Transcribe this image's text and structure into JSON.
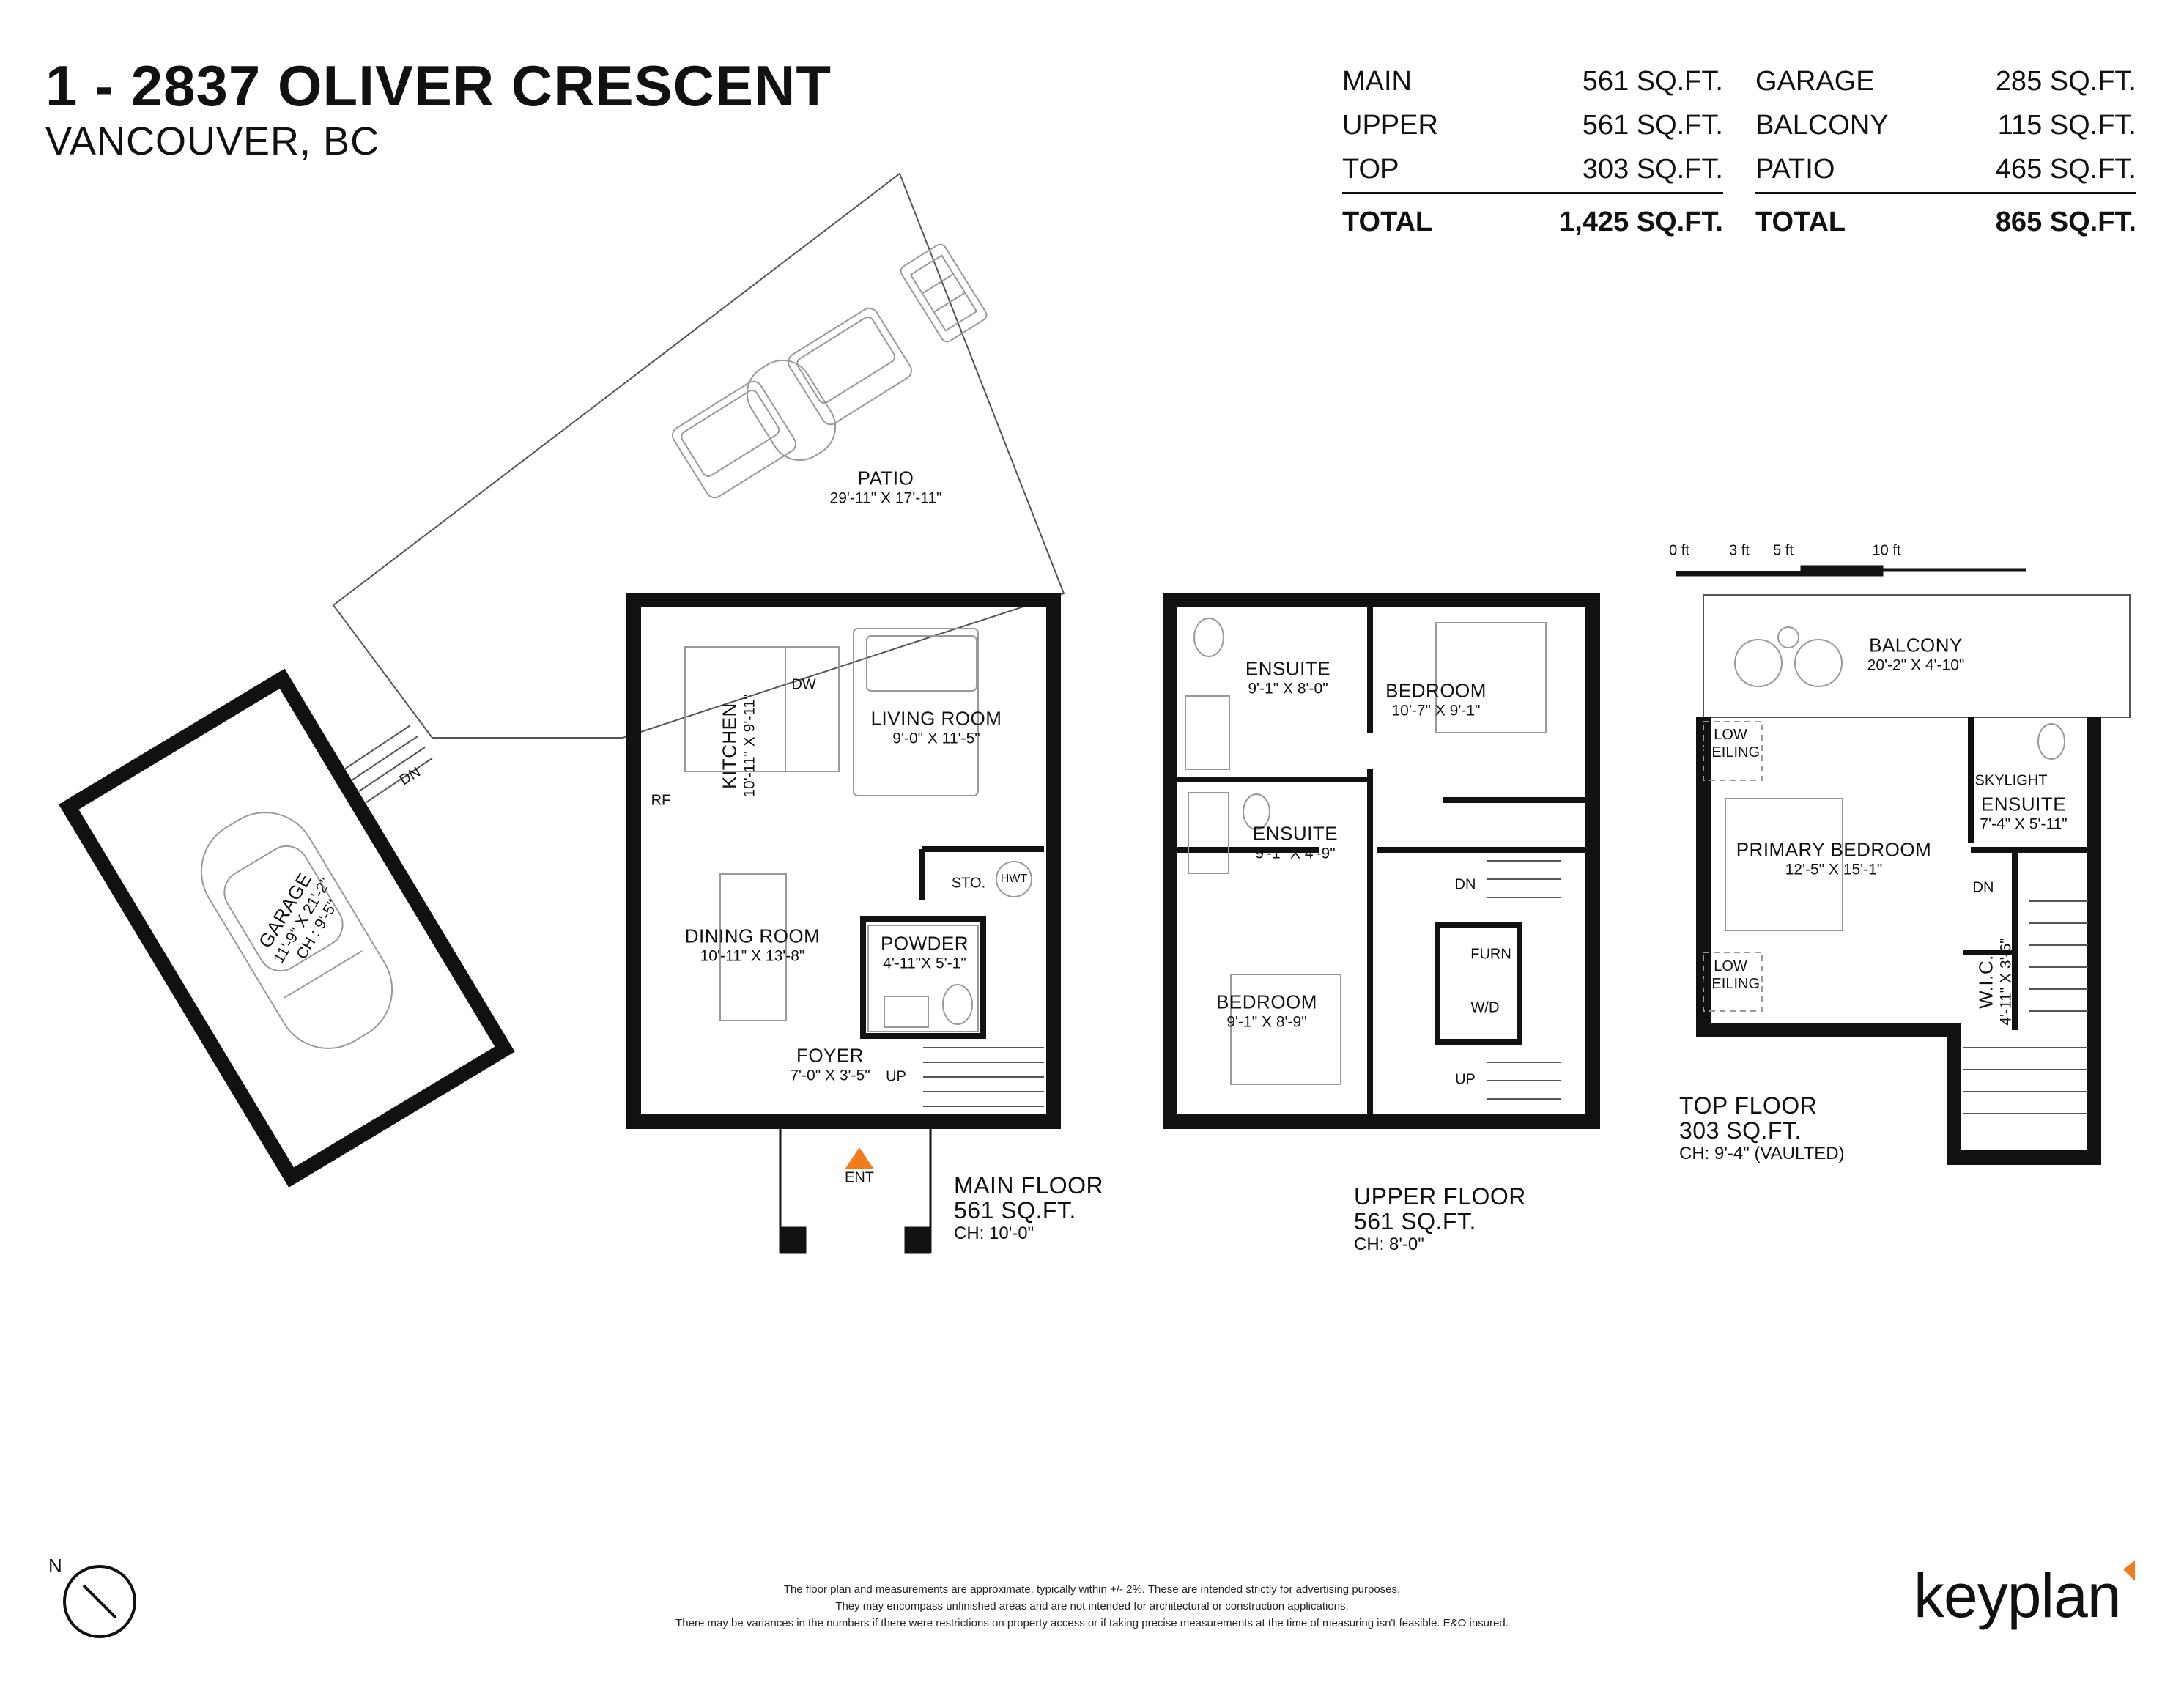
{
  "address": {
    "line1": "1 - 2837 OLIVER CRESCENT",
    "line2": "VANCOUVER, BC"
  },
  "areas_left": [
    {
      "label": "MAIN",
      "value": "561 SQ.FT."
    },
    {
      "label": "UPPER",
      "value": "561 SQ.FT."
    },
    {
      "label": "TOP",
      "value": "303 SQ.FT."
    }
  ],
  "areas_left_total": {
    "label": "TOTAL",
    "value": "1,425 SQ.FT."
  },
  "areas_right": [
    {
      "label": "GARAGE",
      "value": "285 SQ.FT."
    },
    {
      "label": "BALCONY",
      "value": "115 SQ.FT."
    },
    {
      "label": "PATIO",
      "value": "465 SQ.FT."
    }
  ],
  "areas_right_total": {
    "label": "TOTAL",
    "value": "865 SQ.FT."
  },
  "rooms": {
    "patio": {
      "name": "PATIO",
      "dims": "29'-11\" X 17'-11\""
    },
    "garage": {
      "name": "GARAGE",
      "dims": "11'-9\" X 21'-2\"",
      "ch": "CH : 9'-5\""
    },
    "kitchen": {
      "name": "KITCHEN",
      "dims": "10'-11\" X 9'-11\""
    },
    "living": {
      "name": "LIVING ROOM",
      "dims": "9'-0\" X 11'-5\""
    },
    "dining": {
      "name": "DINING ROOM",
      "dims": "10'-11\" X 13'-8\""
    },
    "powder": {
      "name": "POWDER",
      "dims": "4'-11\"X 5'-1\""
    },
    "foyer": {
      "name": "FOYER",
      "dims": "7'-0\" X 3'-5\""
    },
    "ensuite1": {
      "name": "ENSUITE",
      "dims": "9'-1\" X 8'-0\""
    },
    "bedroom1": {
      "name": "BEDROOM",
      "dims": "10'-7\" X 9'-1\""
    },
    "ensuite2": {
      "name": "ENSUITE",
      "dims": "9'-1\" X 4'-9\""
    },
    "bedroom2": {
      "name": "BEDROOM",
      "dims": "9'-1\" X 8'-9\""
    },
    "balcony": {
      "name": "BALCONY",
      "dims": "20'-2\" X 4'-10\""
    },
    "primary": {
      "name": "PRIMARY BEDROOM",
      "dims": "12'-5\" X 15'-1\""
    },
    "ensuite3": {
      "name": "ENSUITE",
      "dims": "7'-4\" X 5'-11\""
    },
    "wic": {
      "name": "W.I.C.",
      "dims": "4'-11\" X 3'-6\""
    }
  },
  "fixtures": {
    "dw": "DW",
    "rf": "RF",
    "sto": "STO.",
    "hwt": "HWT",
    "ent": "ENT",
    "furn": "FURN",
    "wd": "W/D",
    "skylight": "SKYLIGHT",
    "low_ceiling": [
      "LOW",
      "CEILING"
    ],
    "up": "UP",
    "dn": "DN"
  },
  "scale_bar": [
    "0 ft",
    "3 ft",
    "5 ft",
    "10 ft"
  ],
  "floors": {
    "main": {
      "name": "MAIN FLOOR",
      "area": "561 SQ.FT.",
      "ch": "CH: 10'-0\""
    },
    "upper": {
      "name": "UPPER FLOOR",
      "area": "561 SQ.FT.",
      "ch": "CH: 8'-0\""
    },
    "top": {
      "name": "TOP FLOOR",
      "area": "303 SQ.FT.",
      "ch": "CH: 9'-4\" (VAULTED)"
    }
  },
  "north_label": "N",
  "disclaimer": [
    "The floor plan and measurements are approximate, typically within +/- 2%. These are intended strictly for advertising purposes.",
    "They may encompass unfinished areas and are not intended for architectural or construction applications.",
    "There may be variances in the numbers if there were restrictions on property access or if taking precise measurements at the time of measuring isn't feasible. E&O insured."
  ],
  "logo": "keyplan",
  "colors": {
    "wall": "#111111",
    "fixture": "#999999",
    "accent": "#f07c1e"
  }
}
